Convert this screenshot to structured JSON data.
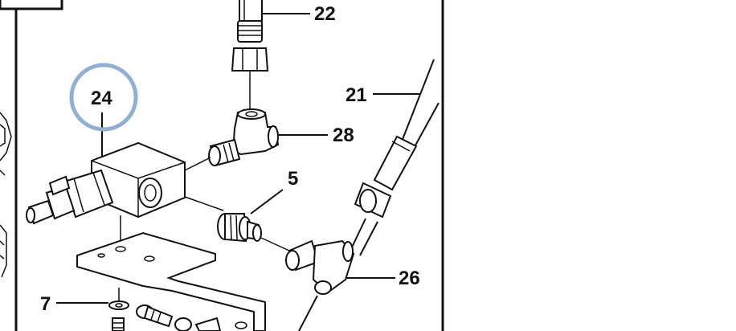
{
  "diagram": {
    "frame_color": "#111111",
    "highlight_color": "#8fb0d3",
    "callouts": {
      "c22": "22",
      "c21": "21",
      "c28": "28",
      "c24": "24",
      "c5": "5",
      "c26": "26",
      "c7": "7"
    }
  }
}
